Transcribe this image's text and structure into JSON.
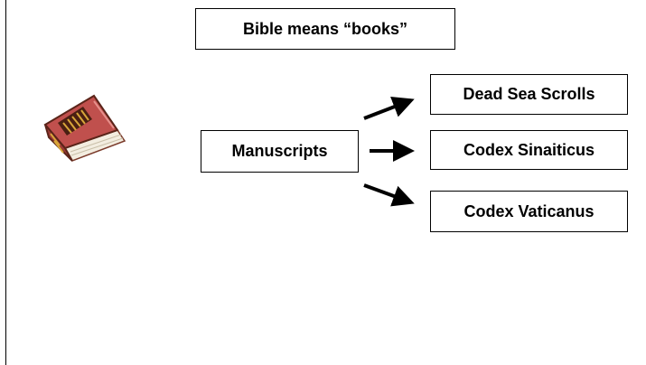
{
  "diagram": {
    "title": "Bible means “books”",
    "source": "Manuscripts",
    "targets": [
      "Dead Sea Scrolls",
      "Codex Sinaiticus",
      "Codex Vaticanus"
    ]
  },
  "icons": {
    "book": "book-icon"
  },
  "colors": {
    "book_cover": "#c0504d",
    "book_band": "#4a1f12",
    "book_gold": "#d8a63a",
    "pages": "#f3ede0"
  }
}
